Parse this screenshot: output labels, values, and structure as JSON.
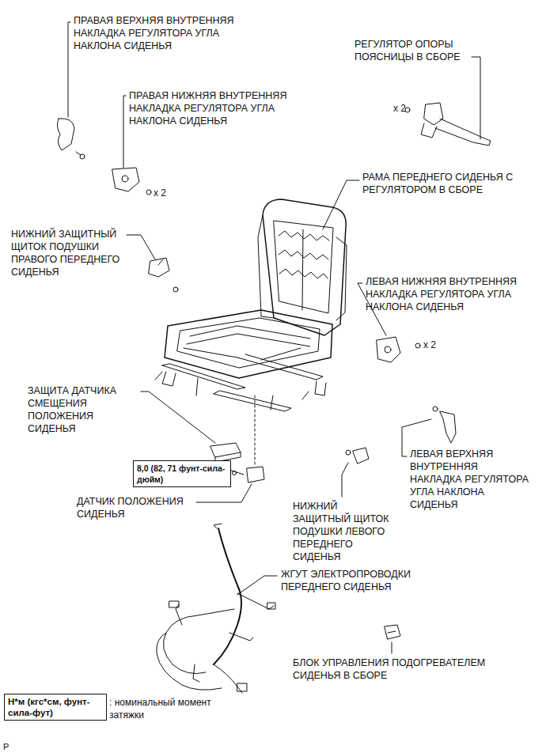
{
  "diagram": {
    "nodes": [
      {
        "text": [
          "8,0 (82, 71 фунт-сила-дюйм)"
        ]
      },
      {
        "text": [
          "Н*м (кгс*см, фунт-сила-фут)"
        ]
      }
    ],
    "labels": [
      "ПРАВАЯ ВЕРХНЯЯ ВНУТРЕННЯЯ НАКЛАДКА РЕГУЛЯТОРА УГЛА НАКЛОНА СИДЕНЬЯ",
      "РЕГУЛЯТОР ОПОРЫ ПОЯСНИЦЫ В СБОРЕ",
      "x 2",
      "ПРАВАЯ НИЖНЯЯ ВНУТРЕННЯЯ НАКЛАДКА РЕГУЛЯТОРА УГЛА НАКЛОНА СИДЕНЬЯ",
      "x 2",
      "РАМА ПЕРЕДНЕГО СИДЕНЬЯ С РЕГУЛЯТОРОМ В СБОРЕ",
      "НИЖНИЙ ЗАЩИТНЫЙ ЩИТОК ПОДУШКИ ПРАВОГО ПЕРЕДНЕГО СИДЕНЬЯ",
      "ЛЕВАЯ НИЖНЯЯ ВНУТРЕННЯЯ НАКЛАДКА РЕГУЛЯТОРА УГЛА НАКЛОНА СИДЕНЬЯ",
      "x 2",
      "ЗАЩИТА ДАТЧИКА СМЕЩЕНИЯ ПОЛОЖЕНИЯ СИДЕНЬЯ",
      "ЛЕВАЯ ВЕРХНЯЯ ВНУТРЕННЯЯ НАКЛАДКА РЕГУЛЯТОРА УГЛА НАКЛОНА СИДЕНЬЯ",
      "ДАТЧИК ПОЛОЖЕНИЯ СИДЕНЬЯ",
      "НИЖНИЙ ЗАЩИТНЫЙ ЩИТОК ПОДУШКИ ЛЕВОГО ПЕРЕДНЕГО СИДЕНЬЯ",
      "ЖГУТ ЭЛЕКТРОПРОВОДКИ ПЕРЕДНЕГО СИДЕНЬЯ",
      "БЛОК УПРАВЛЕНИЯ ПОДОГРЕВАТЕЛЕМ СИДЕНЬЯ В СБОРЕ",
      ": номинальный момент затяжки",
      "P"
    ]
  }
}
